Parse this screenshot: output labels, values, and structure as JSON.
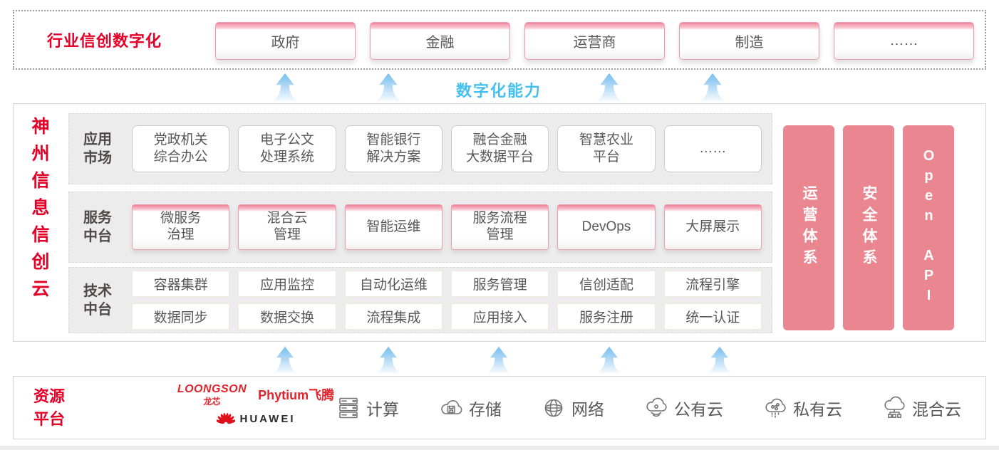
{
  "top_band": {
    "label": "行业信创数字化",
    "industries": [
      "政府",
      "金融",
      "运营商",
      "制造",
      "……"
    ]
  },
  "capability": {
    "label": "数字化能力"
  },
  "platform": {
    "title": "神州信息信创云",
    "app_row": {
      "label": "应用\n市场",
      "items": [
        "党政机关\n综合办公",
        "电子公文\n处理系统",
        "智能银行\n解决方案",
        "融合金融\n大数据平台",
        "智慧农业\n平台",
        "……"
      ]
    },
    "service_row": {
      "label": "服务\n中台",
      "items": [
        "微服务\n治理",
        "混合云\n管理",
        "智能运维",
        "服务流程\n管理",
        "DevOps",
        "大屏展示"
      ]
    },
    "tech_row": {
      "label": "技术\n中台",
      "row1": [
        "容器集群",
        "应用监控",
        "自动化运维",
        "服务管理",
        "信创适配",
        "流程引擎"
      ],
      "row2": [
        "数据同步",
        "数据交换",
        "流程集成",
        "应用接入",
        "服务注册",
        "统一认证"
      ]
    },
    "pillars": [
      "运营体系",
      "安全体系",
      "Open API"
    ]
  },
  "resources": {
    "label": "资源\n平台",
    "vendors": {
      "loongson": "LOONGSON",
      "loongson_sub": "龙芯",
      "phytium": "Phytium飞腾",
      "huawei": "HUAWEI"
    },
    "items": [
      {
        "icon": "compute-server-icon",
        "label": "计算"
      },
      {
        "icon": "storage-cloud-icon",
        "label": "存储"
      },
      {
        "icon": "network-globe-icon",
        "label": "网络"
      },
      {
        "icon": "public-cloud-icon",
        "label": "公有云"
      },
      {
        "icon": "private-cloud-icon",
        "label": "私有云"
      },
      {
        "icon": "hybrid-cloud-icon",
        "label": "混合云"
      }
    ]
  },
  "colors": {
    "accent_red": "#e60027",
    "pillar_pink": "#e9868f",
    "capability_blue": "#45c0f0"
  }
}
